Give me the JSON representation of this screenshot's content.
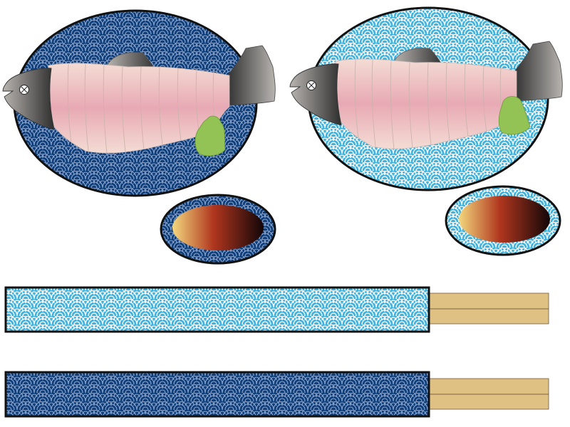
{
  "palette": {
    "navy": "#0f3f7a",
    "navy_wave": "#8ea7d1",
    "sky": "#3fb2dd",
    "sky_wave": "#ffffff",
    "outline": "#111111",
    "fish_flesh_light": "#f4dcd4",
    "fish_flesh_pink": "#e8a9b4",
    "fish_head_dark": "#2e2e2e",
    "fish_head_light": "#b8b4b0",
    "wasabi": "#93c255",
    "soy_light": "#f3d77d",
    "soy_mid": "#b0361e",
    "soy_dark": "#120608",
    "chopstick": "#e0c184"
  },
  "scene": {
    "left_set": {
      "plate_pattern": "navy-seigaiha",
      "items": [
        "whole-fish-sashimi",
        "wasabi",
        "soy-sauce-dish"
      ]
    },
    "right_set": {
      "plate_pattern": "sky-seigaiha",
      "items": [
        "whole-fish-sashimi",
        "wasabi",
        "soy-sauce-dish"
      ]
    },
    "chopstick_sleeves": [
      {
        "pattern": "sky-seigaiha",
        "icon": "chopsticks-icon"
      },
      {
        "pattern": "navy-seigaiha",
        "icon": "chopsticks-icon"
      }
    ]
  }
}
